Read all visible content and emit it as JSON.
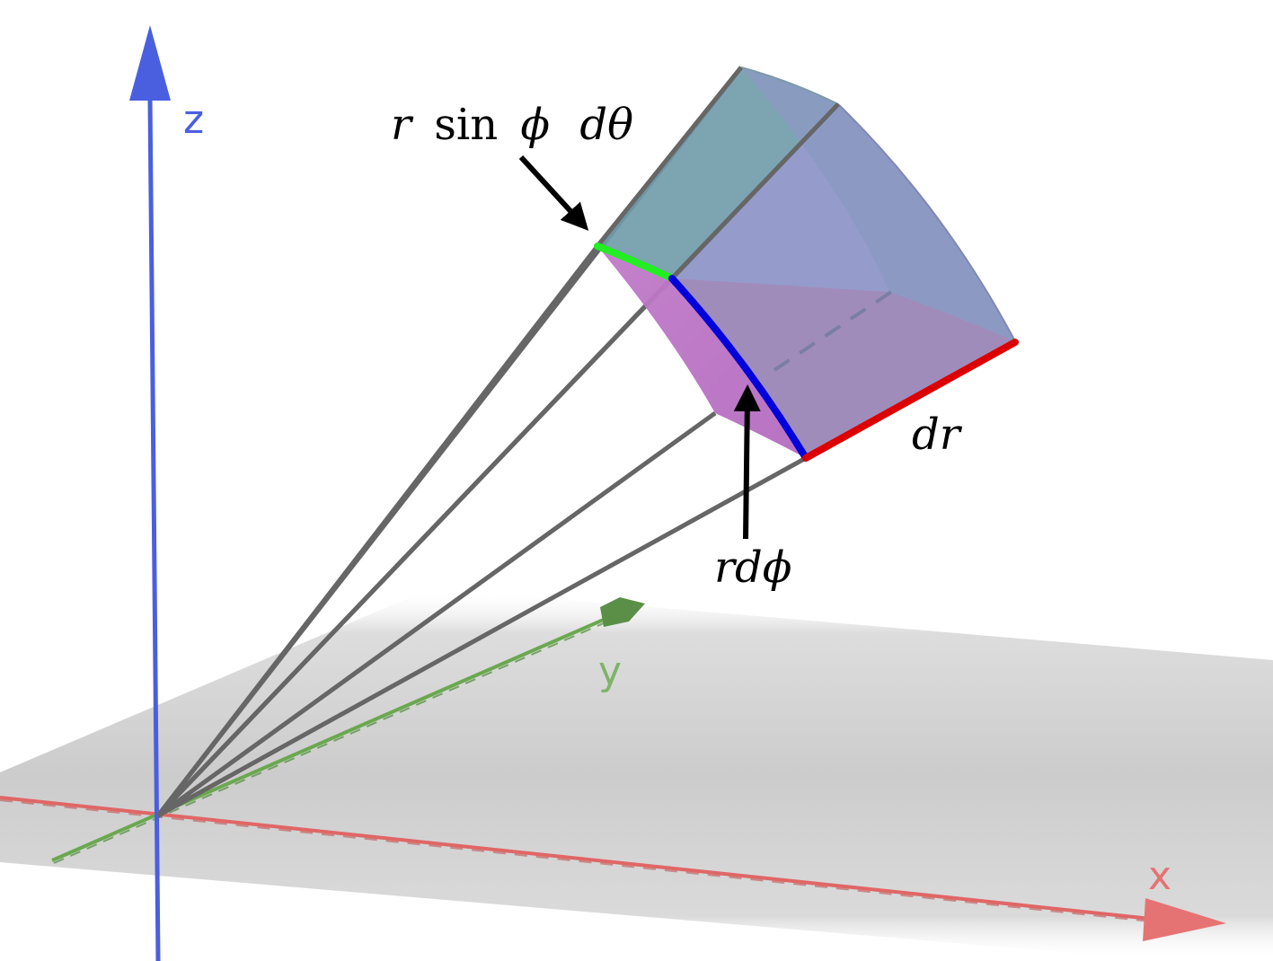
{
  "axes": {
    "x": {
      "label": "x",
      "color": "#e06666"
    },
    "y": {
      "label": "y",
      "color": "#6aa84f"
    },
    "z": {
      "label": "z",
      "color": "#4a5fe0"
    }
  },
  "labels": {
    "arc_theta": {
      "r": "r",
      "fn": "sin",
      "phi": "ϕ",
      "d": "d",
      "theta": "θ"
    },
    "arc_phi": {
      "r": "r",
      "d": "d",
      "phi": "ϕ"
    },
    "radial": {
      "d": "d",
      "r": "r"
    }
  },
  "edge_colors": {
    "r_sin_phi_dtheta": "#22ee22",
    "r_dphi": "#0000dd",
    "dr": "#dd0000"
  }
}
